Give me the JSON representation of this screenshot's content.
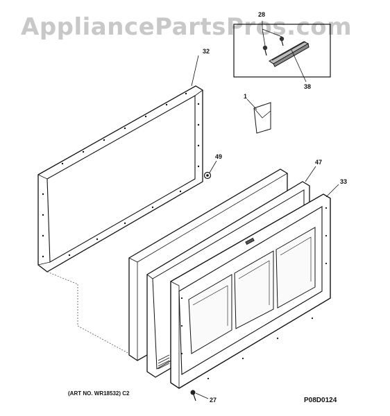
{
  "watermark": "AppliancePartsPros.com",
  "callouts": {
    "c28": "28",
    "c32": "32",
    "c38": "38",
    "c1": "1",
    "c49": "49",
    "c47": "47",
    "c33": "33",
    "c27": "27"
  },
  "footer": {
    "art_no": "(ART NO. WR18532) C2",
    "drawing_code": "P08D0124"
  }
}
